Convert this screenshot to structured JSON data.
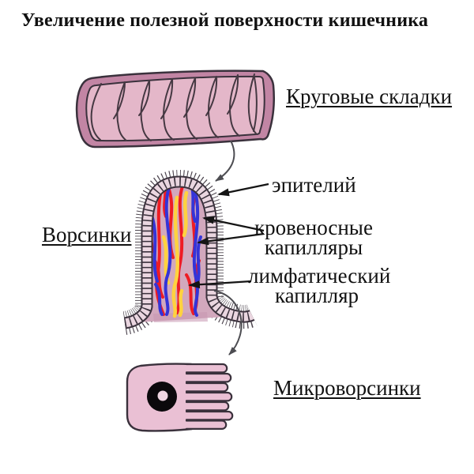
{
  "title": "Увеличение полезной поверхности кишечника",
  "labels": {
    "circular_folds": "Круговые складки",
    "villi": "Ворсинки",
    "epithelium": "эпителий",
    "blood_capillaries": [
      "кровеносные",
      "капилляры"
    ],
    "lymphatic_capillary": [
      "лимфатический",
      "капилляр"
    ],
    "microvilli": "Микроворсинки"
  },
  "colors": {
    "outline_dark": "#3a313c",
    "tube_rim": "#c285a4",
    "tube_lumen": "#e4b7c9",
    "fold_line": "#453842",
    "villus_interior": "#d2a8bd",
    "villus_base_shadow": "#c795b1",
    "epithelium_light": "#ead6e0",
    "blood_red": "#ee1c24",
    "blood_blue": "#3434d8",
    "lymph_yellow": "#ffd23f",
    "cell_pink": "#eac0d4",
    "nucleus_black": "#0b090c",
    "nucleus_hole": "#efd6e2",
    "arrow_black": "#151515",
    "arrow_gray": "#4d4d52"
  }
}
